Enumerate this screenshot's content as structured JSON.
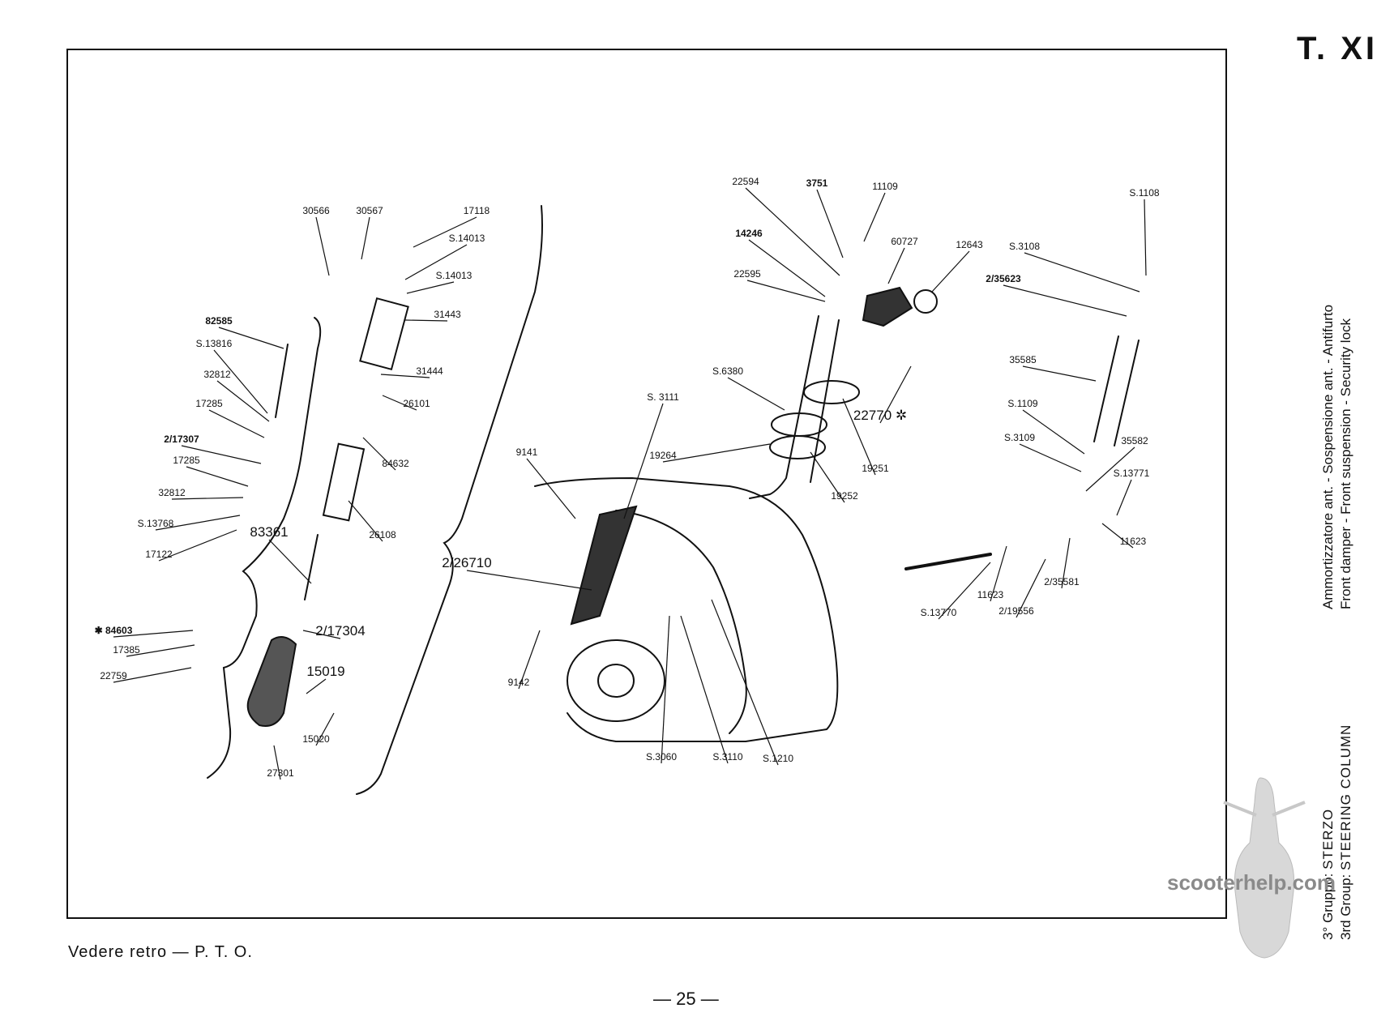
{
  "plate_id": "T. XI",
  "side_titles": {
    "italian": "Ammortizzatore ant. - Sospensione ant. - Antifurto",
    "english": "Front damper - Front suspension - Security lock"
  },
  "group": {
    "line1_prefix": "3°  Gruppo:",
    "line1_value": "STERZO",
    "line2_prefix": "3rd  Group:",
    "line2_value": "STEERING COLUMN"
  },
  "note": "Vedere retro — P. T. O.",
  "page_number": "— 25 —",
  "watermark": "scooterhelp.com",
  "part_labels": [
    {
      "id": "30566",
      "text": "30566"
    },
    {
      "id": "30567",
      "text": "30567"
    },
    {
      "id": "17118",
      "text": "17118"
    },
    {
      "id": "S14013a",
      "text": "S.14013"
    },
    {
      "id": "S14013b",
      "text": "S.14013"
    },
    {
      "id": "31443",
      "text": "31443"
    },
    {
      "id": "31444",
      "text": "31444"
    },
    {
      "id": "26101",
      "text": "26101"
    },
    {
      "id": "84632",
      "text": "84632"
    },
    {
      "id": "26108",
      "text": "26108"
    },
    {
      "id": "82585",
      "text": "82585"
    },
    {
      "id": "S13816",
      "text": "S.13816"
    },
    {
      "id": "32812a",
      "text": "32812"
    },
    {
      "id": "17285a",
      "text": "17285"
    },
    {
      "id": "2_17307",
      "text": "2/17307"
    },
    {
      "id": "17285b",
      "text": "17285"
    },
    {
      "id": "32812b",
      "text": "32812"
    },
    {
      "id": "S13768",
      "text": "S.13768"
    },
    {
      "id": "17122",
      "text": "17122"
    },
    {
      "id": "83361",
      "text": "83361"
    },
    {
      "id": "84603",
      "text": "✱ 84603"
    },
    {
      "id": "17385",
      "text": "17385"
    },
    {
      "id": "22759",
      "text": "22759"
    },
    {
      "id": "2_17304",
      "text": "2/17304"
    },
    {
      "id": "15019",
      "text": "15019"
    },
    {
      "id": "15020",
      "text": "15020"
    },
    {
      "id": "27301",
      "text": "27301"
    },
    {
      "id": "S3111",
      "text": "S. 3111"
    },
    {
      "id": "9141",
      "text": "9141"
    },
    {
      "id": "2_26710",
      "text": "2/26710"
    },
    {
      "id": "9142",
      "text": "9142"
    },
    {
      "id": "S3060",
      "text": "S.3060"
    },
    {
      "id": "S3110",
      "text": "S.3110"
    },
    {
      "id": "S1210",
      "text": "S.1210"
    },
    {
      "id": "22594",
      "text": "22594"
    },
    {
      "id": "3751",
      "text": "3751"
    },
    {
      "id": "11109",
      "text": "11109"
    },
    {
      "id": "14246",
      "text": "14246"
    },
    {
      "id": "22595",
      "text": "22595"
    },
    {
      "id": "60727",
      "text": "60727"
    },
    {
      "id": "12643",
      "text": "12643"
    },
    {
      "id": "22770",
      "text": "22770 ✲"
    },
    {
      "id": "S6380",
      "text": "S.6380"
    },
    {
      "id": "19264",
      "text": "19264"
    },
    {
      "id": "19251",
      "text": "19251"
    },
    {
      "id": "19252",
      "text": "19252"
    },
    {
      "id": "S1108",
      "text": "S.1108"
    },
    {
      "id": "S3108",
      "text": "S.3108"
    },
    {
      "id": "2_35623",
      "text": "2/35623"
    },
    {
      "id": "35585",
      "text": "35585"
    },
    {
      "id": "S1109",
      "text": "S.1109"
    },
    {
      "id": "S3109",
      "text": "S.3109"
    },
    {
      "id": "35582",
      "text": "35582"
    },
    {
      "id": "S13771",
      "text": "S.13771"
    },
    {
      "id": "11623a",
      "text": "11623"
    },
    {
      "id": "11623b",
      "text": "11623"
    },
    {
      "id": "S13770",
      "text": "S.13770"
    },
    {
      "id": "2_35581",
      "text": "2/35581"
    },
    {
      "id": "2_19556",
      "text": "2/19556"
    }
  ]
}
